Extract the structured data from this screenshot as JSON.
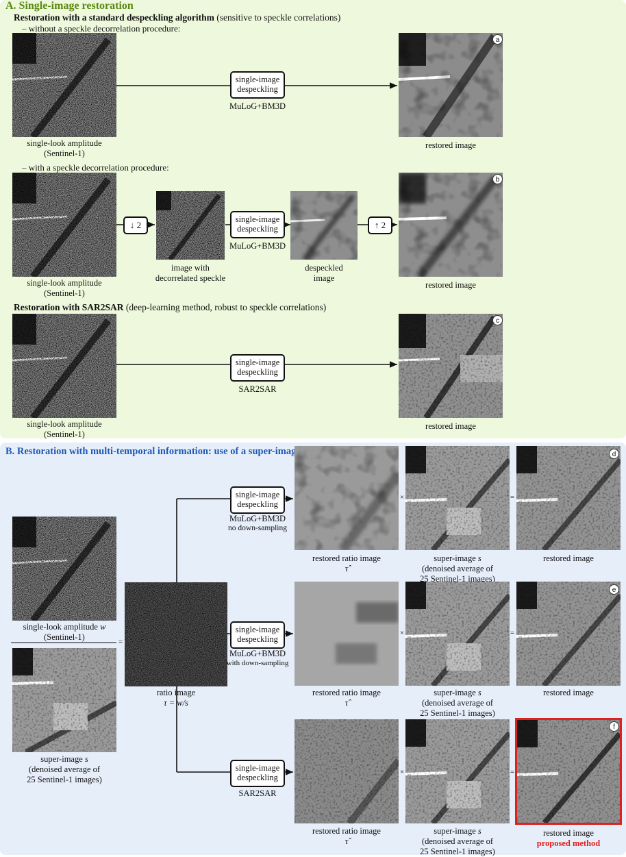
{
  "panel_a": {
    "title": "A. Single-image restoration",
    "std_heading_bold": "Restoration with a standard despeckling algorithm",
    "std_heading_rest": " (sensitive to speckle correlations)",
    "without_decorrelation": "– without a speckle decorrelation procedure:",
    "with_decorrelation": "– with a speckle decorrelation procedure:",
    "sar2sar_heading_bold": "Restoration with SAR2SAR",
    "sar2sar_heading_rest": " (deep-learning method, robust to speckle correlations)",
    "rows": [
      {
        "badge": "a",
        "input_caption_1": "single-look amplitude",
        "input_caption_2": "(Sentinel-1)",
        "box_1": "single-image",
        "box_2": "despeckling",
        "algorithm": "MuLoG+BM3D",
        "output_caption": "restored image"
      },
      {
        "badge": "b",
        "input_caption_1": "single-look amplitude",
        "input_caption_2": "(Sentinel-1)",
        "down_op": "↓ 2",
        "up_op": "↑ 2",
        "mid_caption_1": "image with",
        "mid_caption_2": "decorrelated speckle",
        "box_1": "single-image",
        "box_2": "despeckling",
        "algorithm": "MuLoG+BM3D",
        "despeckled_caption_1": "despeckled",
        "despeckled_caption_2": "image",
        "output_caption": "restored image"
      },
      {
        "badge": "c",
        "input_caption_1": "single-look amplitude",
        "input_caption_2": "(Sentinel-1)",
        "box_1": "single-image",
        "box_2": "despeckling",
        "algorithm": "SAR2SAR",
        "output_caption": "restored image"
      }
    ]
  },
  "panel_b": {
    "title": "B. Restoration with multi-temporal information: use of a super-image",
    "input_caption_1": "single-look amplitude",
    "input_var": "w",
    "input_caption_2": "(Sentinel-1)",
    "super_caption_1": "super-image",
    "super_var": "s",
    "super_caption_2": "(denoised average of",
    "super_caption_3": "25 Sentinel-1 images)",
    "equals": "=",
    "times": "×",
    "ratio_caption": "ratio image",
    "ratio_formula": "τ = w/s",
    "restored_ratio_caption": "restored ratio image",
    "tau_hat": "τ̂",
    "restored_caption": "restored image",
    "proposed": "proposed method",
    "branches": [
      {
        "badge": "d",
        "box_1": "single-image",
        "box_2": "despeckling",
        "algorithm": "MuLoG+BM3D",
        "note": "no down-sampling"
      },
      {
        "badge": "e",
        "box_1": "single-image",
        "box_2": "despeckling",
        "algorithm": "MuLoG+BM3D",
        "note": "with down-sampling"
      },
      {
        "badge": "f",
        "box_1": "single-image",
        "box_2": "despeckling",
        "algorithm": "SAR2SAR",
        "note": ""
      }
    ]
  },
  "colors": {
    "panel_a_bg": "#eef8dc",
    "panel_b_bg": "#e6eefa",
    "title_a": "#5a8a12",
    "title_b": "#1f59b3",
    "highlight": "#e02020"
  }
}
